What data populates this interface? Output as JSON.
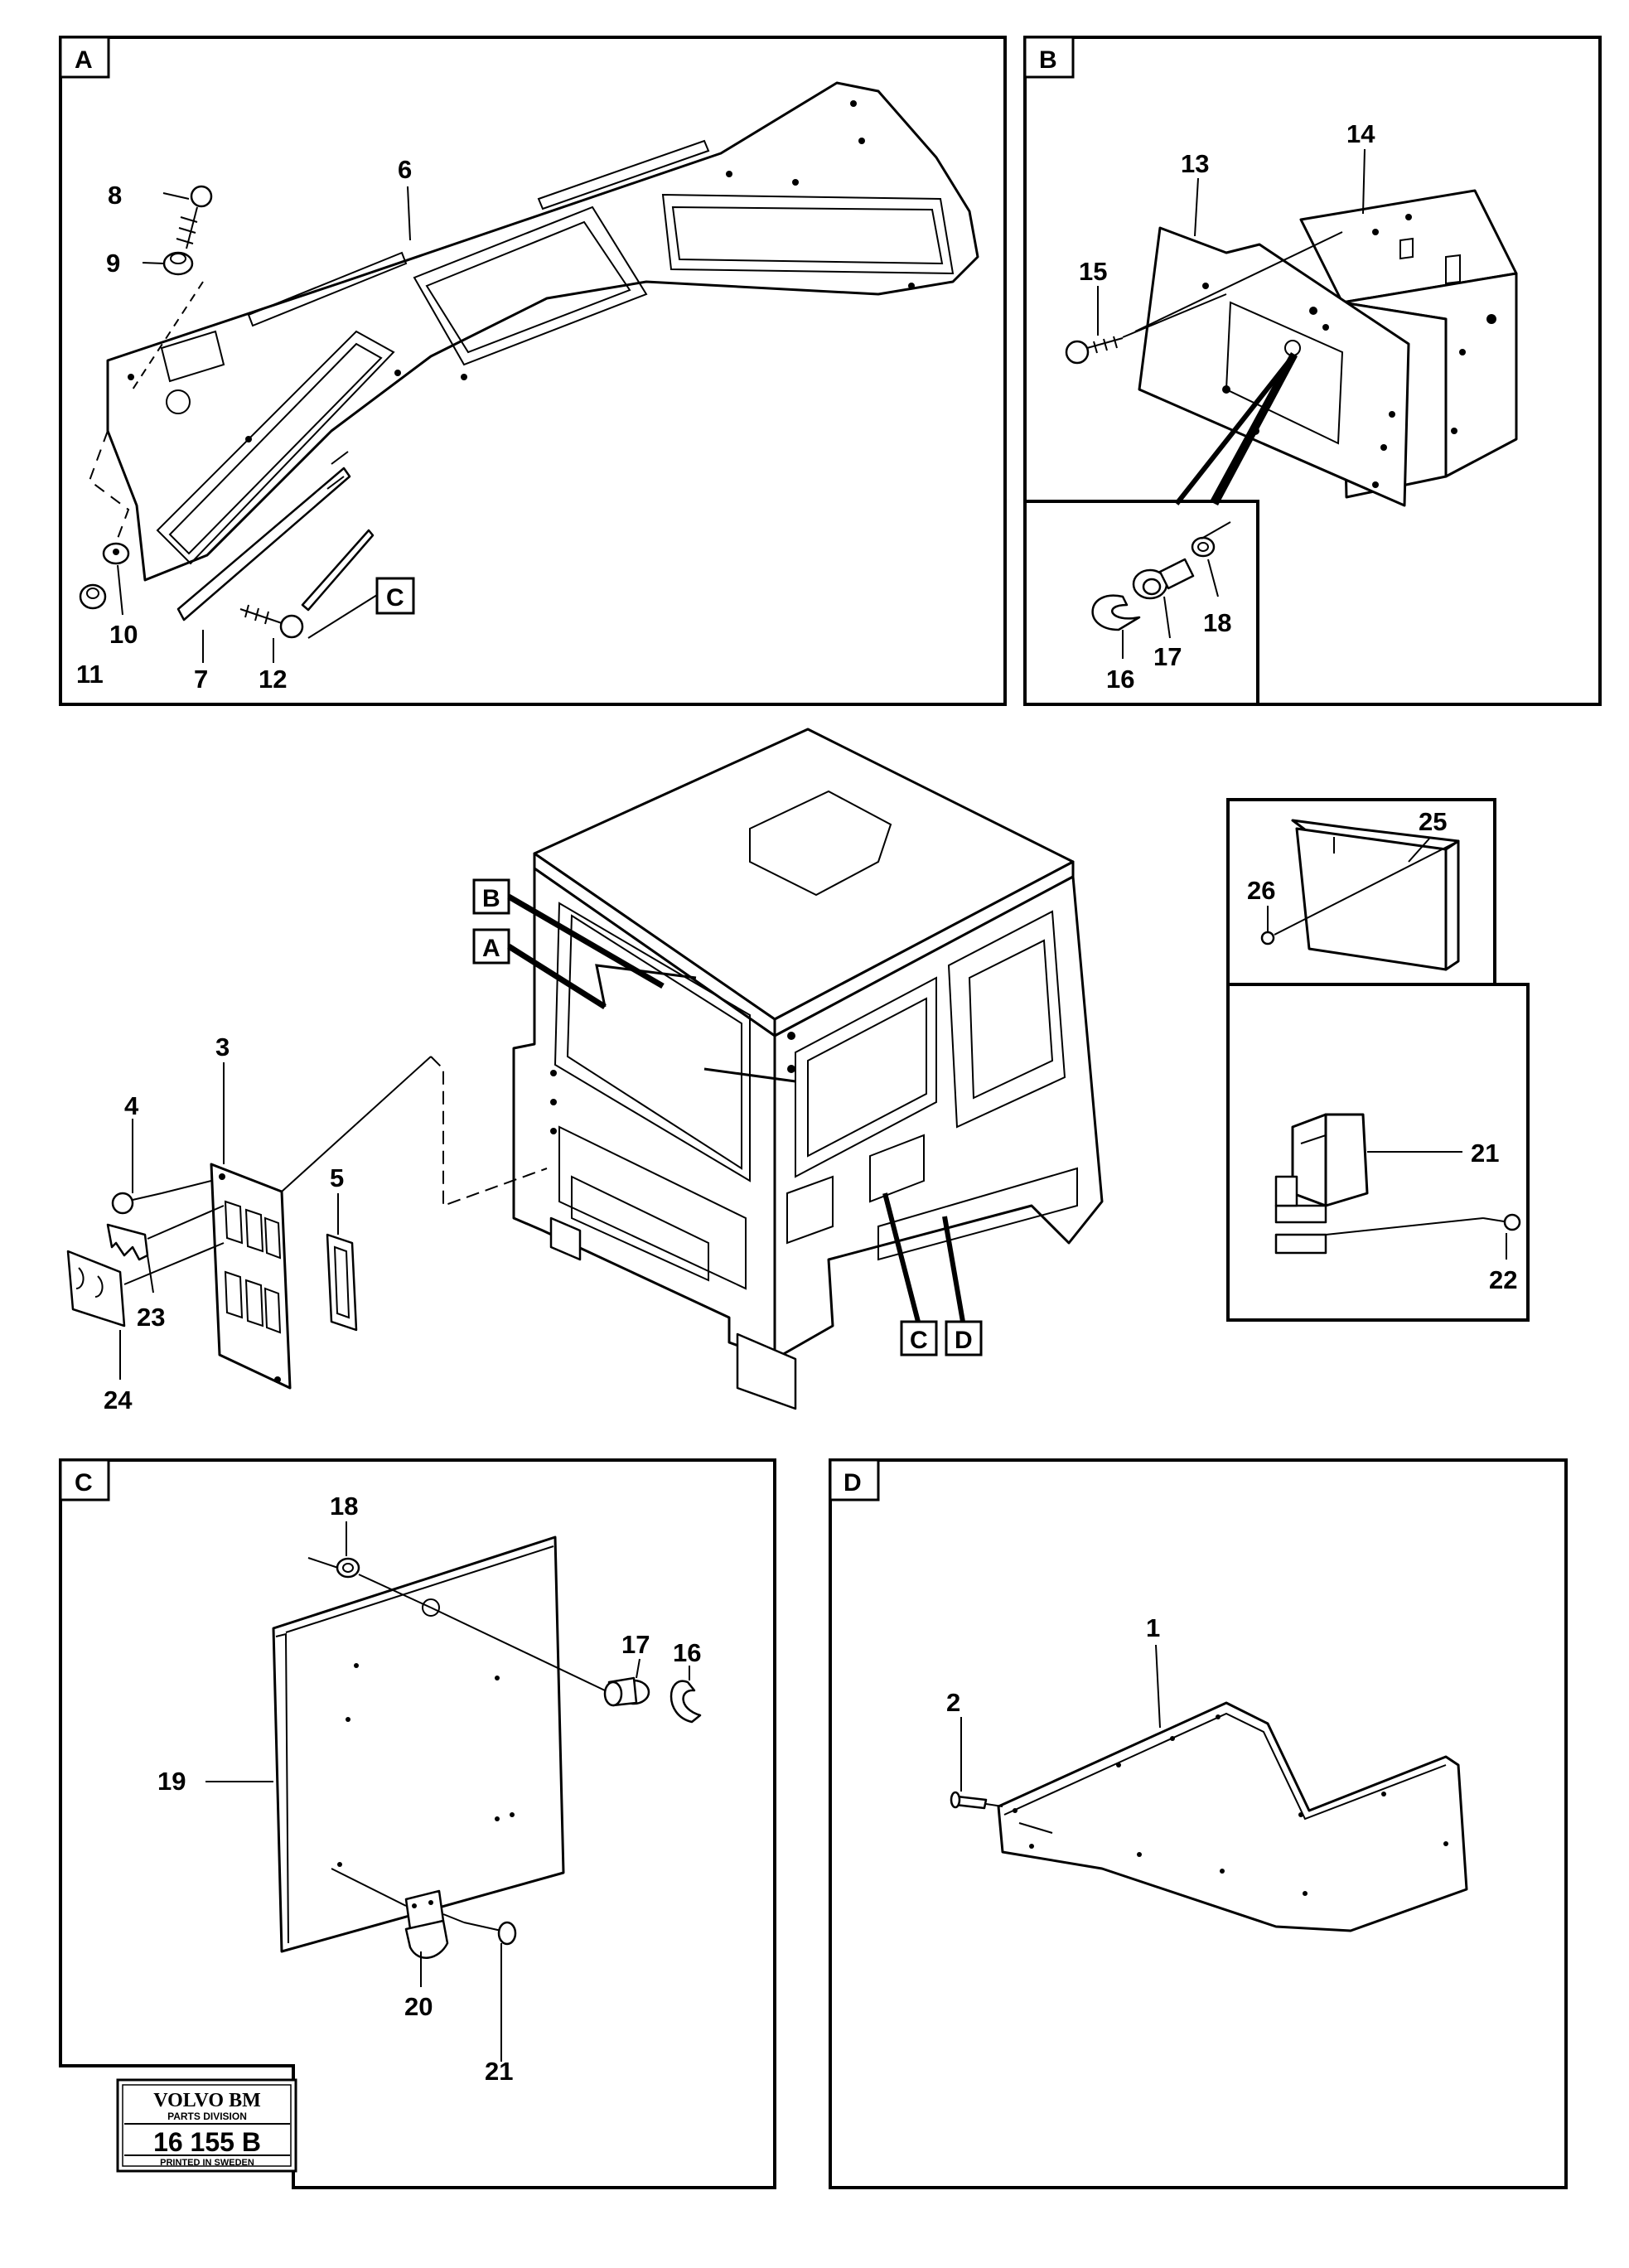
{
  "panels": {
    "A": {
      "letter": "A",
      "callouts": [
        "6",
        "8",
        "9",
        "10",
        "11",
        "7",
        "12"
      ],
      "ref_letter": "C"
    },
    "B": {
      "letter": "B",
      "callouts": [
        "14",
        "13",
        "15",
        "16",
        "17",
        "18"
      ]
    },
    "overview": {
      "callouts": [
        "3",
        "4",
        "5",
        "23",
        "24"
      ],
      "ref_letters": [
        "B",
        "A",
        "C",
        "D"
      ]
    },
    "E": {
      "callouts": [
        "25",
        "26"
      ]
    },
    "F": {
      "callouts": [
        "21",
        "22"
      ]
    },
    "C": {
      "letter": "C",
      "callouts": [
        "18",
        "17",
        "16",
        "19",
        "20",
        "21"
      ]
    },
    "D": {
      "letter": "D",
      "callouts": [
        "1",
        "2"
      ]
    }
  },
  "stamp": {
    "brand": "VOLVO BM",
    "division": "PARTS DIVISION",
    "number": "16 155 B",
    "printed": "PRINTED IN SWEDEN"
  }
}
